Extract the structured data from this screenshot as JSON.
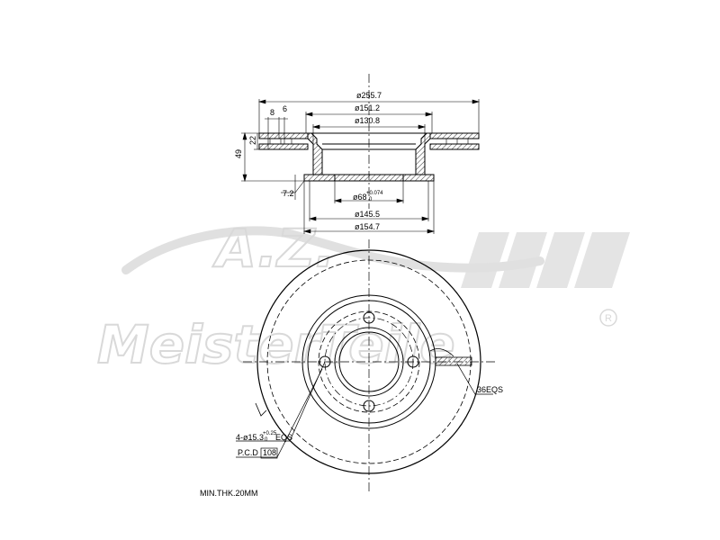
{
  "watermark": {
    "monogram": "A.Z.",
    "brand": "MeisterTeile",
    "registered": "R"
  },
  "section_view": {
    "dims": {
      "d_outer": "ø255.7",
      "d_hat_top": "ø151.2",
      "d_hat_inner": "ø130.8",
      "d_center_bore": "ø68",
      "d_center_tol_upper": "+0.074",
      "d_center_tol_lower": "0",
      "d_hat_bottom": "ø145.5",
      "d_hat_base": "ø154.7",
      "h_total": "49",
      "h_disc": "22",
      "w_pad_a": "8",
      "w_pad_b": "6",
      "hat_wall": "7.2"
    }
  },
  "front_view": {
    "bolt_holes_label": "4-ø15.3",
    "bolt_tol_upper": "+0.25",
    "bolt_tol_lower": "0",
    "bolt_eqs": "EQS",
    "pcd_label": "P.C.D",
    "pcd_value": "108",
    "vent_label": "36EQS"
  },
  "notes": {
    "min_thickness": "MIN.THK.20MM"
  }
}
